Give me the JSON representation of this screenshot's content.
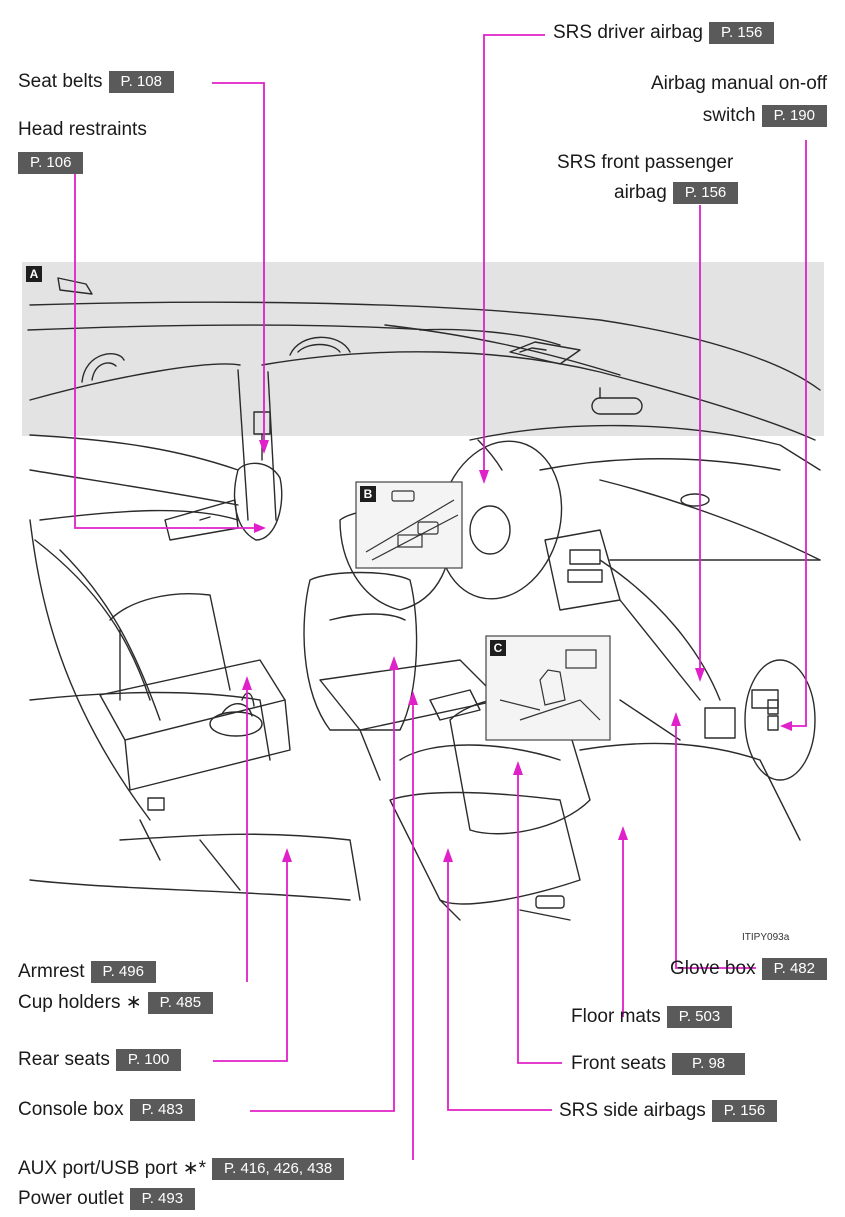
{
  "figure_code": "ITIPY093a",
  "inset_labels": [
    "A",
    "B",
    "C"
  ],
  "callouts": {
    "seat_belts": {
      "label": "Seat belts",
      "ref": "P. 108"
    },
    "head_restraints": {
      "label": "Head restraints",
      "ref": "P. 106"
    },
    "srs_driver_airbag": {
      "label": "SRS driver airbag",
      "ref": "P. 156"
    },
    "airbag_switch": {
      "label_line1": "Airbag manual on-off",
      "label_line2": "switch",
      "ref": "P. 190"
    },
    "srs_front_passenger_airbag": {
      "label_line1": "SRS front passenger",
      "label_line2": "airbag",
      "ref": "P. 156"
    },
    "armrest": {
      "label": "Armrest",
      "ref": "P. 496"
    },
    "cup_holders": {
      "label": "Cup holders ∗",
      "ref": "P. 485"
    },
    "rear_seats": {
      "label": "Rear seats",
      "ref": "P. 100"
    },
    "console_box": {
      "label": "Console box",
      "ref": "P. 483"
    },
    "aux_usb_port": {
      "label": "AUX port/USB port ∗*",
      "ref": "P. 416, 426, 438"
    },
    "power_outlet": {
      "label": "Power outlet",
      "ref": "P. 493"
    },
    "glove_box": {
      "label": "Glove box",
      "ref": "P. 482"
    },
    "floor_mats": {
      "label": "Floor mats",
      "ref": "P. 503"
    },
    "front_seats": {
      "label": "Front seats",
      "ref": "P. 98"
    },
    "srs_side_airbags": {
      "label": "SRS side airbags",
      "ref": "P. 156"
    }
  },
  "colors": {
    "leader": "#e020c8",
    "ref_badge": "#5a5a5a",
    "ceiling": "#e3e3e3",
    "line_art": "#2b2b2b"
  }
}
